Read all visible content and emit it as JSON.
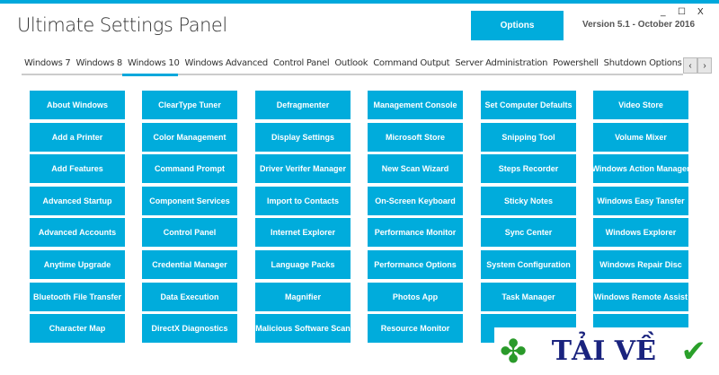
{
  "app": {
    "title": "Ultimate Settings Panel",
    "options_label": "Options",
    "version": "Version 5.1 - October 2016",
    "minimize": "_",
    "maximize": "☐",
    "close": "X"
  },
  "tabs": [
    "Windows 7",
    "Windows 8",
    "Windows 10",
    "Windows Advanced",
    "Control Panel",
    "Outlook",
    "Command Output",
    "Server Administration",
    "Powershell",
    "Shutdown Options"
  ],
  "active_tab": "Windows 10",
  "scroll": {
    "left": "‹",
    "right": "›"
  },
  "colors": {
    "accent": "#00acdc"
  },
  "columns": [
    [
      "About Windows",
      "Add a Printer",
      "Add Features",
      "Advanced Startup",
      "Advanced Accounts",
      "Anytime Upgrade",
      "Bluetooth File Transfer",
      "Character Map"
    ],
    [
      "ClearType Tuner",
      "Color Management",
      "Command Prompt",
      "Component Services",
      "Control Panel",
      "Credential Manager",
      "Data Execution",
      "DirectX Diagnostics"
    ],
    [
      "Defragmenter",
      "Display Settings",
      "Driver Verifer Manager",
      "Import to Contacts",
      "Internet Explorer",
      "Language Packs",
      "Magnifier",
      "Malicious Software Scan"
    ],
    [
      "Management Console",
      "Microsoft Store",
      "New Scan Wizard",
      "On-Screen Keyboard",
      "Performance Monitor",
      "Performance Options",
      "Photos App",
      "Resource Monitor"
    ],
    [
      "Set Computer Defaults",
      "Snipping Tool",
      "Steps Recorder",
      "Sticky Notes",
      "Sync Center",
      "System Configuration",
      "Task Manager",
      ""
    ],
    [
      "Video Store",
      "Volume Mixer",
      "Windows Action Manager",
      "Windows Easy Tansfer",
      "Windows Explorer",
      "Windows Repair Disc",
      "Windows Remote Assist",
      ""
    ]
  ],
  "watermark": {
    "text": "TẢI VỀ",
    "icons": [
      "clover-icon",
      "checkmark-icon"
    ]
  }
}
